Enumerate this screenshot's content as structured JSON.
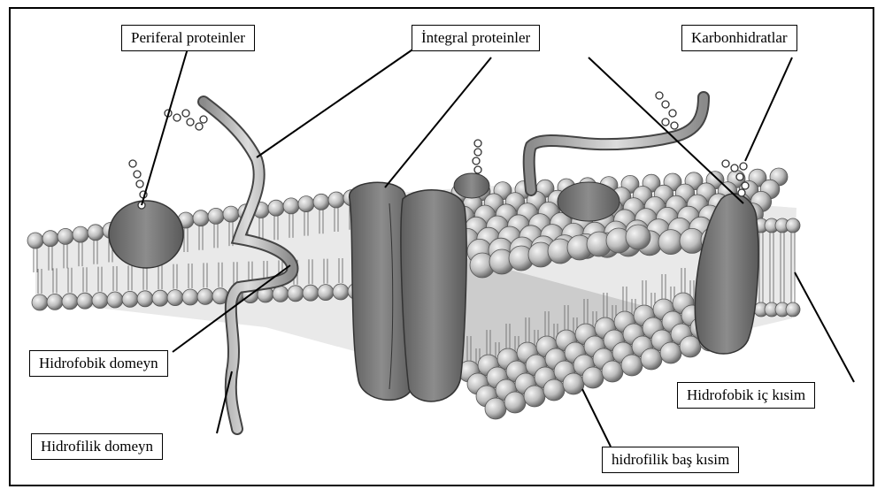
{
  "labels": {
    "periferal": "Periferal proteinler",
    "integral": "İntegral proteinler",
    "karbonhidratlar": "Karbonhidratlar",
    "hidrofobik_domeyn": "Hidrofobik domeyn",
    "hidrofilik_domeyn": "Hidrofilik domeyn",
    "hidrofobik_ic": "Hidrofobik iç kısim",
    "hidrofilik_bas": "hidrofilik baş kısim"
  },
  "colors": {
    "phospholipid_head": "#c8c8c8",
    "protein": "#7a7a7a",
    "line": "#000000",
    "border": "#000000"
  }
}
